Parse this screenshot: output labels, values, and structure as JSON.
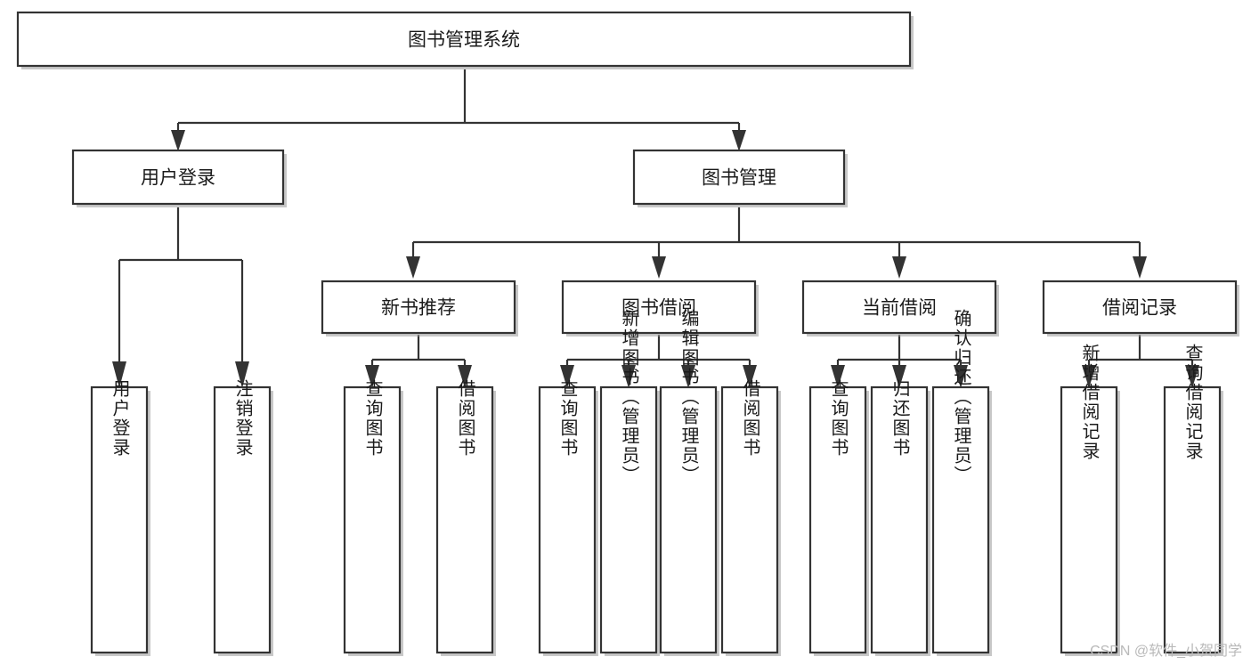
{
  "diagram": {
    "title": "图书管理系统",
    "type": "tree-hierarchy",
    "watermark": "CSDN @软件_小贺同学",
    "colors": {
      "stroke": "#333333",
      "fill": "#ffffff",
      "text": "#1b1b1b",
      "watermark": "#b9b9b9",
      "background": "#ffffff"
    },
    "root": {
      "id": "root",
      "label": "图书管理系统"
    },
    "level2": [
      {
        "id": "user-login",
        "label": "用户登录"
      },
      {
        "id": "book-management",
        "label": "图书管理"
      }
    ],
    "level3": [
      {
        "id": "new-book-recommend",
        "label": "新书推荐",
        "parent": "book-management"
      },
      {
        "id": "book-borrow",
        "label": "图书借阅",
        "parent": "book-management"
      },
      {
        "id": "current-borrow",
        "label": "当前借阅",
        "parent": "book-management"
      },
      {
        "id": "borrow-record",
        "label": "借阅记录",
        "parent": "book-management"
      }
    ],
    "leaves": [
      {
        "id": "leaf-user-login",
        "label": "用户登录",
        "parent": "user-login"
      },
      {
        "id": "leaf-logout",
        "label": "注销登录",
        "parent": "user-login"
      },
      {
        "id": "leaf-query-book-1",
        "label": "查询图书",
        "parent": "new-book-recommend"
      },
      {
        "id": "leaf-borrow-book-1",
        "label": "借阅图书",
        "parent": "new-book-recommend"
      },
      {
        "id": "leaf-query-book-2",
        "label": "查询图书",
        "parent": "book-borrow"
      },
      {
        "id": "leaf-add-book",
        "label": "新增图书（管理员）",
        "parent": "book-borrow"
      },
      {
        "id": "leaf-edit-book",
        "label": "编辑图书（管理员）",
        "parent": "book-borrow"
      },
      {
        "id": "leaf-borrow-book-2",
        "label": "借阅图书",
        "parent": "book-borrow"
      },
      {
        "id": "leaf-query-book-3",
        "label": "查询图书",
        "parent": "current-borrow"
      },
      {
        "id": "leaf-return-book",
        "label": "归还图书",
        "parent": "current-borrow"
      },
      {
        "id": "leaf-confirm-return",
        "label": "确认归还（管理员）",
        "parent": "current-borrow"
      },
      {
        "id": "leaf-add-record",
        "label": "新增借阅记录",
        "parent": "borrow-record"
      },
      {
        "id": "leaf-query-record",
        "label": "查询借阅记录",
        "parent": "borrow-record"
      }
    ]
  }
}
